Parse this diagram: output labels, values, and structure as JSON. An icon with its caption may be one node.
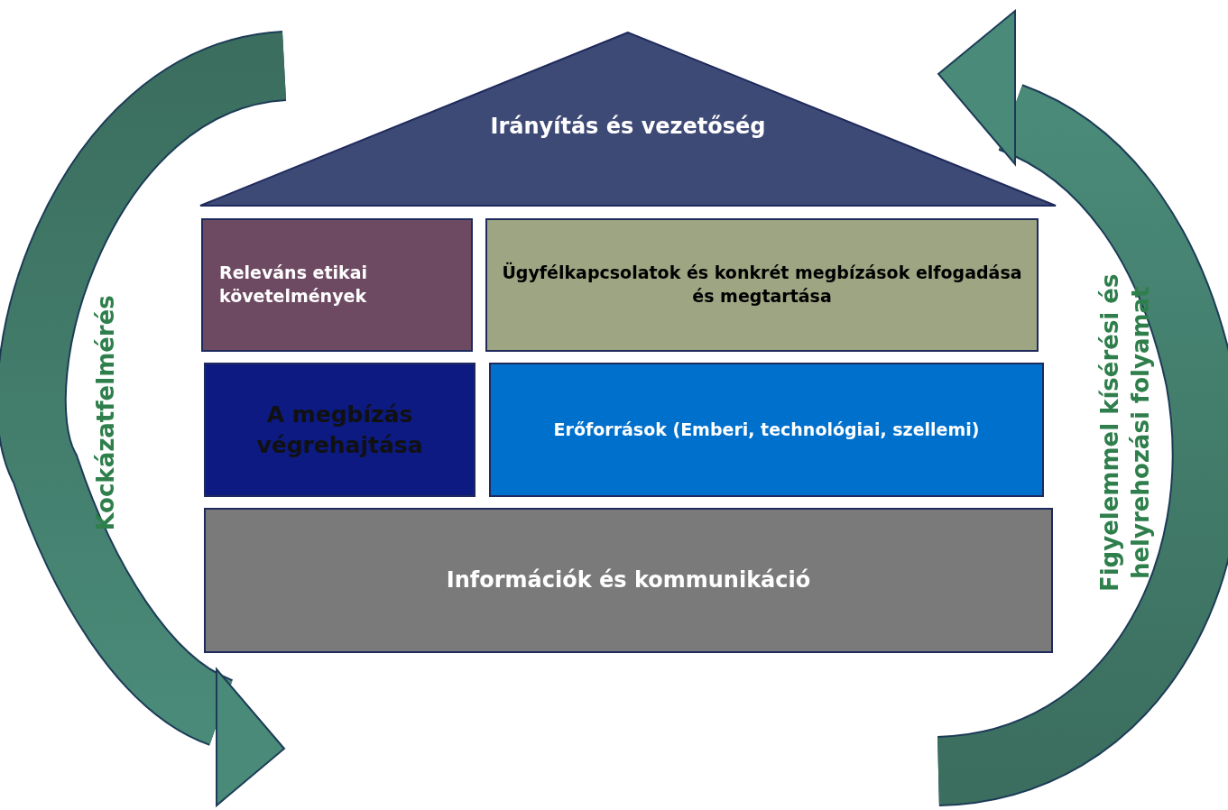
{
  "diagram": {
    "nodes": [
      {
        "text": [
          "Irányítás és vezetőség"
        ]
      },
      {
        "text": [
          "Releváns etikai követelmények"
        ]
      },
      {
        "text": [
          "Ügyfélkapcsolatok és konkrét megbízások elfogadása és megtartása"
        ]
      },
      {
        "text": [
          "A megbízás végrehajtása"
        ]
      },
      {
        "text": [
          "Erőforrások (Emberi, technológiai, szellemi)"
        ]
      },
      {
        "text": [
          "Információk és kommunikáció"
        ]
      }
    ],
    "labels": [
      "Kockázatfelmérés",
      "Figyelemmel kísérési és helyrehozási folyamat"
    ]
  }
}
